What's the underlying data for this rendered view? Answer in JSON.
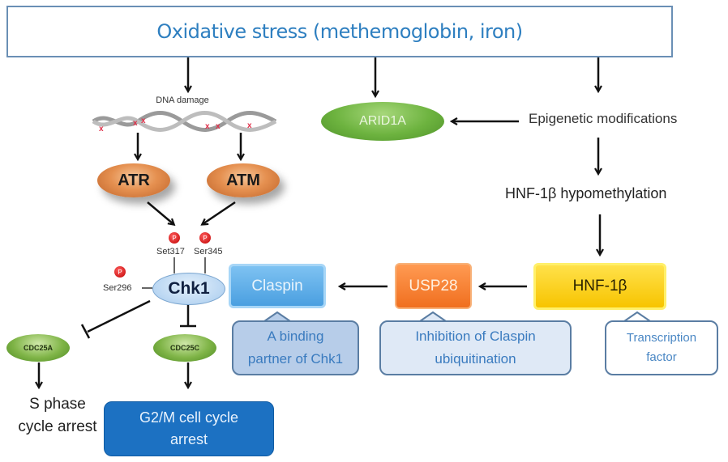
{
  "title": "Oxidative stress (methemoglobin, iron)",
  "dna": {
    "label": "DNA damage",
    "damage_marks": [
      "x",
      "x",
      "x",
      "x",
      "x",
      "x"
    ]
  },
  "kinases": {
    "atr": "ATR",
    "atm": "ATM"
  },
  "phospho": {
    "symbol": "P",
    "sites": [
      "Set317",
      "Ser345",
      "Ser296"
    ]
  },
  "chk1": "Chk1",
  "phosphatases": {
    "cdc25a": "CDC25A",
    "cdc25c": "CDC25C"
  },
  "outcomes": {
    "s_phase": [
      "S phase",
      "cycle arrest"
    ],
    "g2m": [
      "G2/M cell cycle",
      "arrest"
    ]
  },
  "arid1a": "ARID1A",
  "epigenetic": "Epigenetic modifications",
  "hnf_hypomethylation": "HNF-1β hypomethylation",
  "proteins": {
    "claspin": "Claspin",
    "usp28": "USP28",
    "hnf1b": "HNF-1β"
  },
  "callouts": {
    "claspin": [
      "A binding",
      "partner of Chk1"
    ],
    "usp28": [
      "Inhibition of Claspin",
      "ubiquitination"
    ],
    "hnf1b": [
      "Transcription",
      "factor"
    ]
  },
  "colors": {
    "title_text": "#2e7fc0",
    "claspin": "#4a9fe0",
    "usp28": "#f06f1f",
    "hnf1b": "#f7c400",
    "arid1a": "#6db33f",
    "g2m": "#1c71c2",
    "phospho_dot": "#c00000"
  }
}
